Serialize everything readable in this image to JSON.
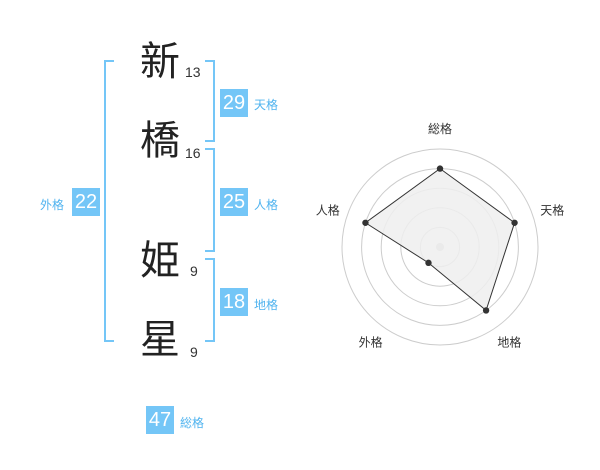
{
  "name": {
    "chars": [
      {
        "char": "新",
        "strokes": "13"
      },
      {
        "char": "橋",
        "strokes": "16"
      },
      {
        "char": "姫",
        "strokes": "9"
      },
      {
        "char": "星",
        "strokes": "9"
      }
    ]
  },
  "kaku": {
    "tenkaku": {
      "label": "天格",
      "value": "29"
    },
    "jinkaku": {
      "label": "人格",
      "value": "25"
    },
    "chikaku": {
      "label": "地格",
      "value": "18"
    },
    "gaikaku": {
      "label": "外格",
      "value": "22"
    },
    "soukaku": {
      "label": "総格",
      "value": "47"
    }
  },
  "chart_data": {
    "type": "radar",
    "axes": [
      "総格",
      "天格",
      "地格",
      "外格",
      "人格"
    ],
    "values": [
      4,
      4,
      4,
      1,
      4
    ],
    "max": 5,
    "rings": 5,
    "colors": {
      "fill": "#efefef",
      "line": "#333333",
      "grid": "#cccccc",
      "center": "#cccccc"
    }
  }
}
